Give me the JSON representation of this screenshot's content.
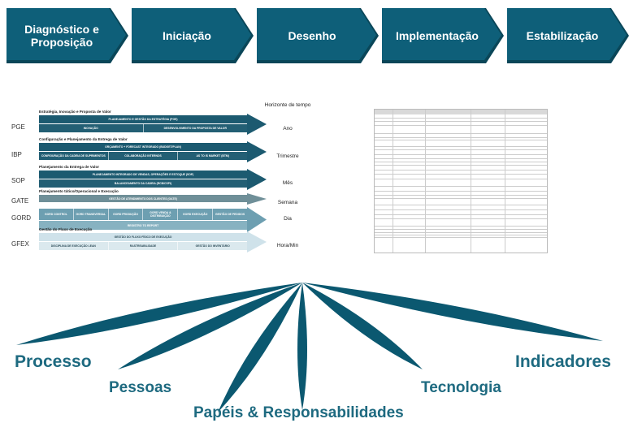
{
  "phases": [
    {
      "label": "Diagnóstico e Proposição"
    },
    {
      "label": "Iniciação"
    },
    {
      "label": "Desenho"
    },
    {
      "label": "Implementação"
    },
    {
      "label": "Estabilização"
    }
  ],
  "levels": {
    "horizon_header": "Horizonte de tempo",
    "rows": [
      {
        "code": "PGE",
        "section": "Estratégia, Inovação e Proposta de Valor",
        "horizon": "Ano",
        "bands": [
          [
            "PLANEJAMENTO E GESTÃO DA ESTRATÉGIA (PGE)"
          ],
          [
            "INOVAÇÃO",
            "DESENVOLVIMENTO DA PROPOSTA DE VALOR"
          ]
        ]
      },
      {
        "code": "IBP",
        "section": "Configuração e Planejamento da Entrega de Valor",
        "horizon": "Trimestre",
        "bands": [
          [
            "ORÇAMENTO + FORECAST INTEGRADO (BUDGET/PLAN)"
          ],
          [
            "CONFIGURAÇÃO DA CADEIA DE SUPRIMENTOS",
            "COLABORAÇÃO INTERNOS",
            "AS TO IS MARKET (BTM)"
          ]
        ]
      },
      {
        "code": "SOP",
        "section": "Planejamento da Entrega de Valor",
        "horizon": "Mês",
        "bands": [
          [
            "PLANEJAMENTO INTEGRADO DE VENDAS, OPERAÇÕES E ESTOQUE (SOP)"
          ],
          [
            "BALANCEAMENTO DA CADEIA (RCB/CSPI)"
          ]
        ]
      },
      {
        "code": "GATE",
        "section": "Planejamento tático/Operacional e Execução",
        "horizon": "Semana",
        "bands": [
          [
            "GESTÃO DE ATENDIMENTO DOS CLIENTES (GATE)"
          ]
        ]
      },
      {
        "code": "GORD",
        "section": "",
        "horizon": "Dia",
        "bands": [
          [
            "GORD CONTROL",
            "GORD TRANSVERSAL",
            "GORD PRODUÇÃO",
            "GORD VENDA & DISTRIBUIÇÃO",
            "GORD EXECUÇÃO",
            "GESTÃO DE PEDIDOS"
          ],
          [
            "REGISTRO TO REPORT"
          ]
        ]
      },
      {
        "code": "GFEX",
        "section": "Gestão do Fluxo de Execução",
        "horizon": "Hora/Min",
        "bands": [
          [
            "GESTÃO DO FLUXO FÍSICO DE EXECUÇÃO"
          ],
          [
            "DISCIPLINA DE EXECUÇÃO LEAN",
            "RASTREABILIDADE",
            "GESTÃO DO INVENTÁRIO"
          ]
        ]
      }
    ]
  },
  "pillars": [
    "Processo",
    "Pessoas",
    "Papéis & Responsabilidades",
    "Tecnologia",
    "Indicadores"
  ],
  "colors": {
    "phase": "#0e5f79",
    "phase_shadow": "#0a4658",
    "band_dark": "#1c5a70",
    "band_mid": "#6d9fb1",
    "band_light": "#cfe2ea",
    "pillar_text": "#1e6a80",
    "petal": "#0b5870"
  }
}
